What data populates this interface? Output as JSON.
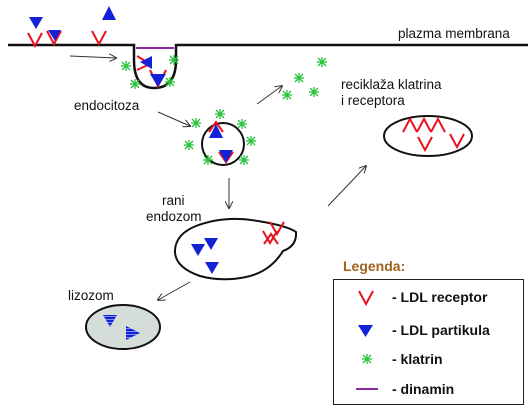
{
  "labels": {
    "membrane": "plazma membrana",
    "endocytosis": "endocitoza",
    "recycling_line1": "reciklaža klatrina",
    "recycling_line2": "i receptora",
    "early_endosome_line1": "rani",
    "early_endosome_line2": "endozom",
    "lysosome": "lizozom"
  },
  "legend": {
    "title": "Legenda:",
    "items": [
      {
        "icon": "ldl-receptor-icon",
        "text": "- LDL receptor"
      },
      {
        "icon": "ldl-particle-icon",
        "text": "- LDL partikula"
      },
      {
        "icon": "clathrin-icon",
        "text": "- klatrin"
      },
      {
        "icon": "dynamin-icon",
        "text": "- dinamin"
      }
    ]
  },
  "colors": {
    "receptor": "#e8121e",
    "particle": "#1322d6",
    "clathrin": "#27c23b",
    "dynamin": "#8a2aa0",
    "legend_title": "#a0621e",
    "lysosome_fill": "#d5ddd8"
  }
}
